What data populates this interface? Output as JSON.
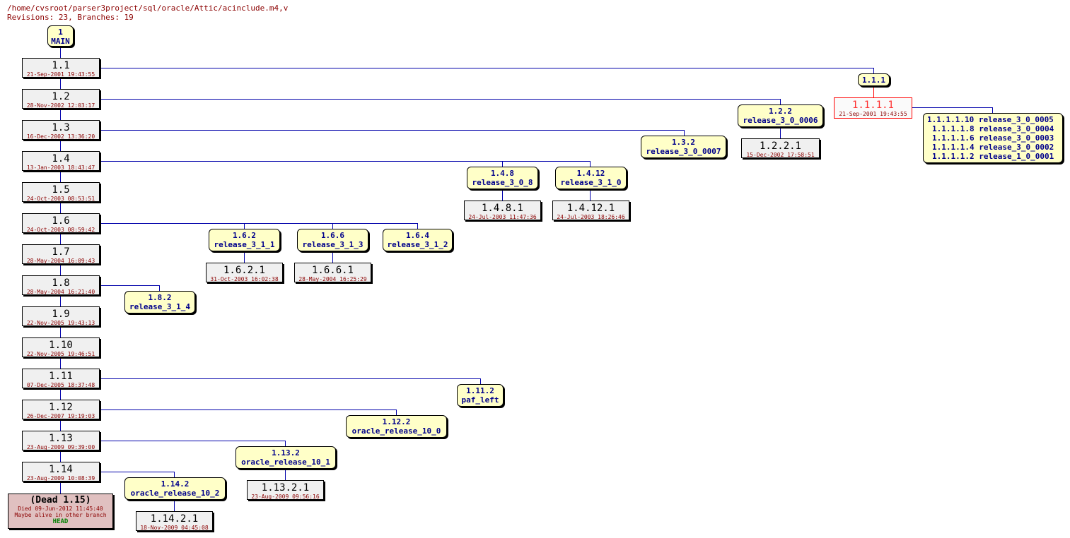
{
  "header": {
    "path": "/home/cvsroot/parser3project/sql/oracle/Attic/acinclude.m4,v",
    "summary": "Revisions: 23, Branches: 19"
  },
  "main": {
    "branch": "1",
    "tag": "MAIN"
  },
  "trunk": [
    {
      "rev": "1.1",
      "date": "21-Sep-2001 19:43:55"
    },
    {
      "rev": "1.2",
      "date": "28-Nov-2002 12:03:17"
    },
    {
      "rev": "1.3",
      "date": "16-Dec-2002 13:36:20"
    },
    {
      "rev": "1.4",
      "date": "13-Jan-2003 18:43:47"
    },
    {
      "rev": "1.5",
      "date": "24-Oct-2003 08:53:51"
    },
    {
      "rev": "1.6",
      "date": "24-Oct-2003 08:59:42"
    },
    {
      "rev": "1.7",
      "date": "28-May-2004 16:09:43"
    },
    {
      "rev": "1.8",
      "date": "28-May-2004 16:21:40"
    },
    {
      "rev": "1.9",
      "date": "22-Nov-2005 19:43:13"
    },
    {
      "rev": "1.10",
      "date": "22-Nov-2005 19:46:51"
    },
    {
      "rev": "1.11",
      "date": "07-Dec-2005 18:37:48"
    },
    {
      "rev": "1.12",
      "date": "26-Dec-2007 19:19:03"
    },
    {
      "rev": "1.13",
      "date": "23-Aug-2009 09:39:00"
    },
    {
      "rev": "1.14",
      "date": "23-Aug-2009 10:08:39"
    }
  ],
  "dead": {
    "title": "(Dead 1.15)",
    "died": "Died 09-Jun-2012 11:45:40",
    "note": "Maybe alive in other branch",
    "tag": "HEAD"
  },
  "branches": [
    {
      "id": "1.1.1",
      "tag": ""
    },
    {
      "id": "1.2.2",
      "tag": "release_3_0_0006"
    },
    {
      "id": "1.3.2",
      "tag": "release_3_0_0007"
    },
    {
      "id": "1.4.8",
      "tag": "release_3_0_8"
    },
    {
      "id": "1.4.12",
      "tag": "release_3_1_0"
    },
    {
      "id": "1.6.2",
      "tag": "release_3_1_1"
    },
    {
      "id": "1.6.6",
      "tag": "release_3_1_3"
    },
    {
      "id": "1.6.4",
      "tag": "release_3_1_2"
    },
    {
      "id": "1.8.2",
      "tag": "release_3_1_4"
    },
    {
      "id": "1.11.2",
      "tag": "paf_left"
    },
    {
      "id": "1.12.2",
      "tag": "oracle_release_10_0"
    },
    {
      "id": "1.13.2",
      "tag": "oracle_release_10_1"
    },
    {
      "id": "1.14.2",
      "tag": "oracle_release_10_2"
    }
  ],
  "branch_revs": [
    {
      "rev": "1.1.1.1",
      "date": "21-Sep-2001 19:43:55"
    },
    {
      "rev": "1.2.2.1",
      "date": "15-Dec-2002 17:58:51"
    },
    {
      "rev": "1.4.8.1",
      "date": "24-Jul-2003 11:47:36"
    },
    {
      "rev": "1.4.12.1",
      "date": "24-Jul-2003 18:26:46"
    },
    {
      "rev": "1.6.2.1",
      "date": "31-Oct-2003 16:02:38"
    },
    {
      "rev": "1.6.6.1",
      "date": "28-May-2004 16:25:29"
    },
    {
      "rev": "1.13.2.1",
      "date": "23-Aug-2009 09:56:16"
    },
    {
      "rev": "1.14.2.1",
      "date": "18-Nov-2009 04:45:08"
    }
  ],
  "vendor_tags": [
    "1.1.1.1.10 release_3_0_0005",
    "1.1.1.1.8 release_3_0_0004",
    "1.1.1.1.6 release_3_0_0003",
    "1.1.1.1.4 release_3_0_0002",
    "1.1.1.1.2 release_1_0_0001"
  ],
  "colors": {
    "line": "#0000aa",
    "branch_fill": "#ffffc8",
    "branch_text": "#00008b",
    "rev_fill": "#f0f0f0",
    "date_text": "#8b0000",
    "dead_fill": "#e0c0c0",
    "head_text": "#008000",
    "selected": "#ff0000"
  }
}
